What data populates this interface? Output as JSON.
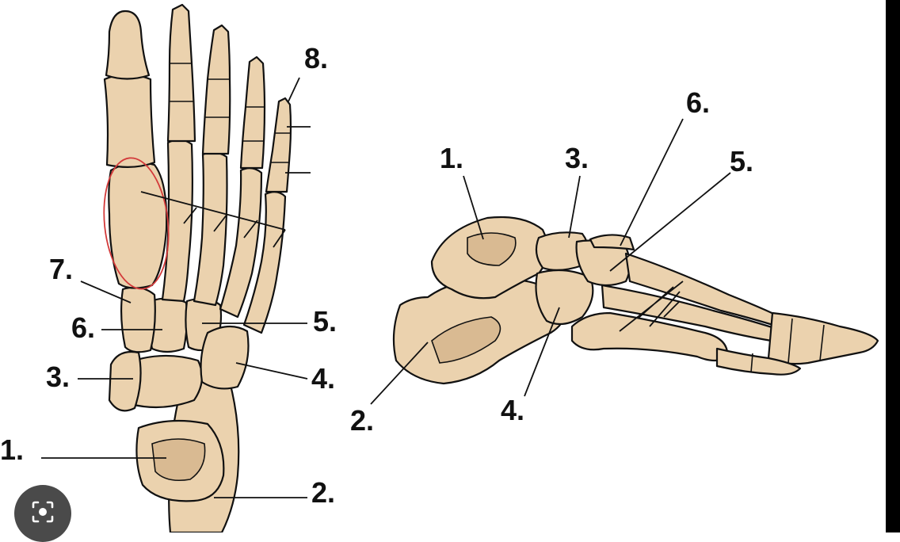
{
  "colors": {
    "bone": "#EBD2AE",
    "bone_shade": "#C9A981",
    "outline": "#111111",
    "highlight": "#D33A3A"
  },
  "left_view_labels": [
    "8.",
    "7.",
    "6.",
    "5.",
    "3.",
    "4.",
    "1.",
    "2."
  ],
  "right_view_labels": [
    "1.",
    "3.",
    "6.",
    "5.",
    "2.",
    "4."
  ],
  "overlay": {
    "icon": "lens-icon"
  }
}
